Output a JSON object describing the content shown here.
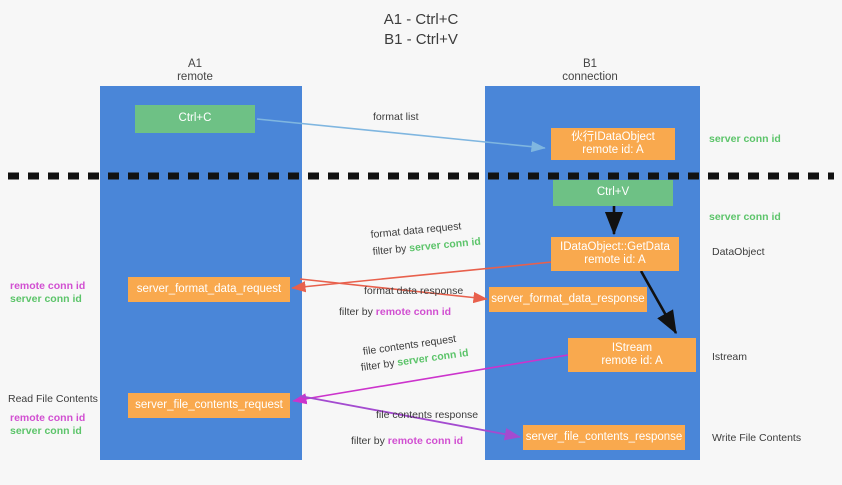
{
  "title": "A1 - Ctrl+C\nB1 - Ctrl+V",
  "lanes": [
    {
      "name": "A1",
      "subtitle": "remote",
      "heading": "A1\nremote"
    },
    {
      "name": "B1",
      "subtitle": "connection",
      "heading": "B1\nconnection"
    }
  ],
  "boxes": {
    "ctrl_c": "Ctrl+C",
    "ctrl_v": "Ctrl+V",
    "idataobject": "伙行IDataObject\nremote id: A",
    "getdata": "IDataObject::GetData\nremote id: A",
    "istream": "IStream\nremote id: A",
    "server_format_data_request": "server_format_data_request",
    "server_format_data_response": "server_format_data_response",
    "server_file_contents_request": "server_file_contents_request",
    "server_file_contents_response": "server_file_contents_response"
  },
  "arrow_labels": {
    "format_list": "format list",
    "format_data_request": "format data request",
    "format_data_request_filter_prefix": "filter by ",
    "format_data_request_filter_key": "server conn id",
    "format_data_response": "format data response",
    "format_data_response_filter_prefix": "filter by ",
    "format_data_response_filter_key": "remote conn id",
    "file_contents_request": "file contents request",
    "file_contents_request_filter_prefix": "filter by ",
    "file_contents_request_filter_key": "server conn id",
    "file_contents_response": "file contents response",
    "file_contents_response_filter_prefix": "filter by ",
    "file_contents_response_filter_key": "remote conn id"
  },
  "right_annotations": {
    "server_conn_id_top": "server conn id",
    "server_conn_id_mid": "server conn id",
    "dataobject": "DataObject",
    "istream": "Istream",
    "write_file_contents": "Write File Contents"
  },
  "left_annotations": {
    "remote_conn_id_upper": "remote conn id",
    "server_conn_id_upper": "server conn id",
    "read_file_contents": "Read File Contents",
    "remote_conn_id_lower": "remote conn id",
    "server_conn_id_lower": "server conn id"
  },
  "colors": {
    "lane": "#4a86d8",
    "green_box": "#6ec185",
    "orange_box": "#f9a94e",
    "green_text": "#5cc46a",
    "magenta_text": "#d14fd1",
    "light_blue_arrow": "#7fb6e0",
    "red_arrow": "#e8604c",
    "magenta_arrow": "#cc33cc",
    "purple_arrow": "#a44bd0",
    "black_arrow": "#1a1a1a",
    "divider": "#111111",
    "background": "#f7f7f7"
  }
}
